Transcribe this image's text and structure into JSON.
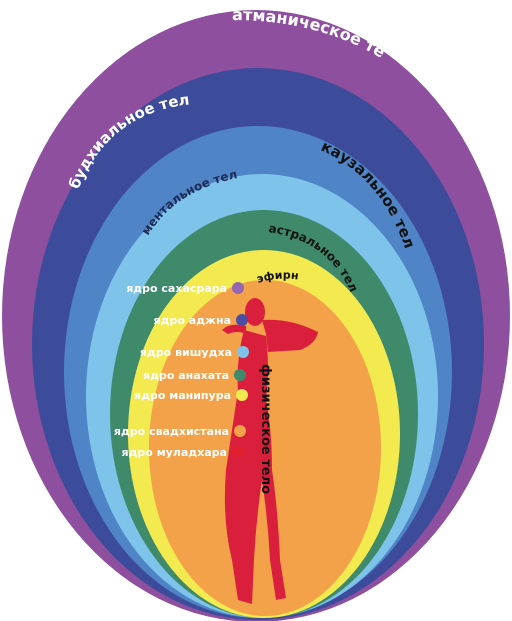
{
  "layers": [
    {
      "id": "atmanic",
      "label": "атманическое тело",
      "color": "#8e4f9f"
    },
    {
      "id": "buddhic",
      "label": "будхиальное тело",
      "color": "#3c4c9b"
    },
    {
      "id": "causal",
      "label": "каузальное тело",
      "color": "#4f84c6"
    },
    {
      "id": "mental",
      "label": "ментальное тело",
      "color": "#7ec4ea"
    },
    {
      "id": "astral",
      "label": "астральное тело",
      "color": "#3e8a6a"
    },
    {
      "id": "etheric",
      "label": "эфирное тело",
      "color": "#f3ea4f"
    },
    {
      "id": "physical",
      "label": "физическое тело",
      "color": "#f3a24a"
    }
  ],
  "cores": [
    {
      "label": "ядро сахасрара",
      "color": "#9466b2"
    },
    {
      "label": "ядро аджна",
      "color": "#4b4ea3"
    },
    {
      "label": "ядро вишудха",
      "color": "#7ec4ea"
    },
    {
      "label": "ядро анахата",
      "color": "#3e8a6a"
    },
    {
      "label": "ядро манипура",
      "color": "#f3ea4f"
    },
    {
      "label": "ядро свадхистана",
      "color": "#f3a24a"
    },
    {
      "label": "ядро муладхара",
      "color": "#e01e2e"
    }
  ],
  "figure_color": "#d91f3c"
}
